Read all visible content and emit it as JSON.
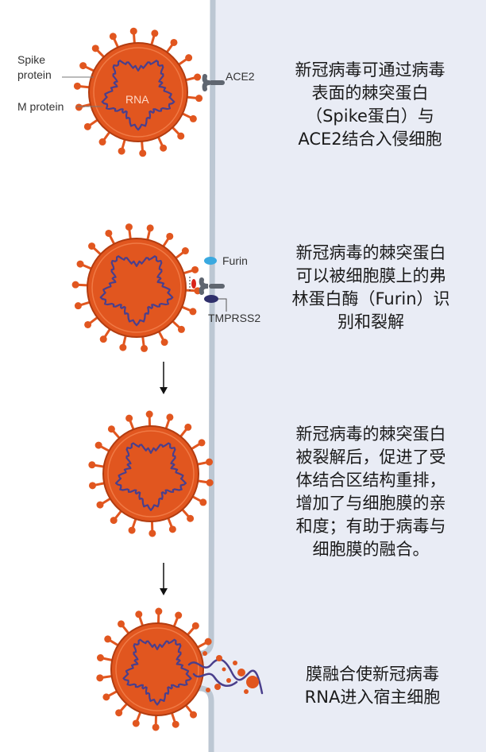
{
  "colors": {
    "virus_fill": "#e1561f",
    "virus_inner": "#e65b22",
    "virus_outline": "#b23c10",
    "rna_strand": "#4a3f8c",
    "membrane": "#bcc7d3",
    "cell_bg": "#e9ecf5",
    "ace2": "#5f6670",
    "furin": "#3aa9e0",
    "tmprss2": "#2e2f6b",
    "cleaved_spike": "#d8231a"
  },
  "labels": {
    "spike": [
      "Spike",
      "protein"
    ],
    "m_protein": "M protein",
    "rna": "RNA",
    "ace2": "ACE2",
    "furin": "Furin",
    "tmprss2": "TMPRSS2"
  },
  "captions": {
    "step1": [
      "新冠病毒可通过病毒",
      "表面的棘突蛋白",
      "（Spike蛋白）与",
      "ACE2结合入侵细胞"
    ],
    "step2": [
      "新冠病毒的棘突蛋白",
      "可以被细胞膜上的弗",
      "林蛋白酶（Furin）识",
      "别和裂解"
    ],
    "step3": [
      "新冠病毒的棘突蛋白",
      "被裂解后，促进了受",
      "体结合区结构重排，",
      "增加了与细胞膜的亲",
      "和度；有助于病毒与",
      "细胞膜的融合。"
    ],
    "step4": [
      "膜融合使新冠病毒",
      "RNA进入宿主细胞"
    ]
  }
}
